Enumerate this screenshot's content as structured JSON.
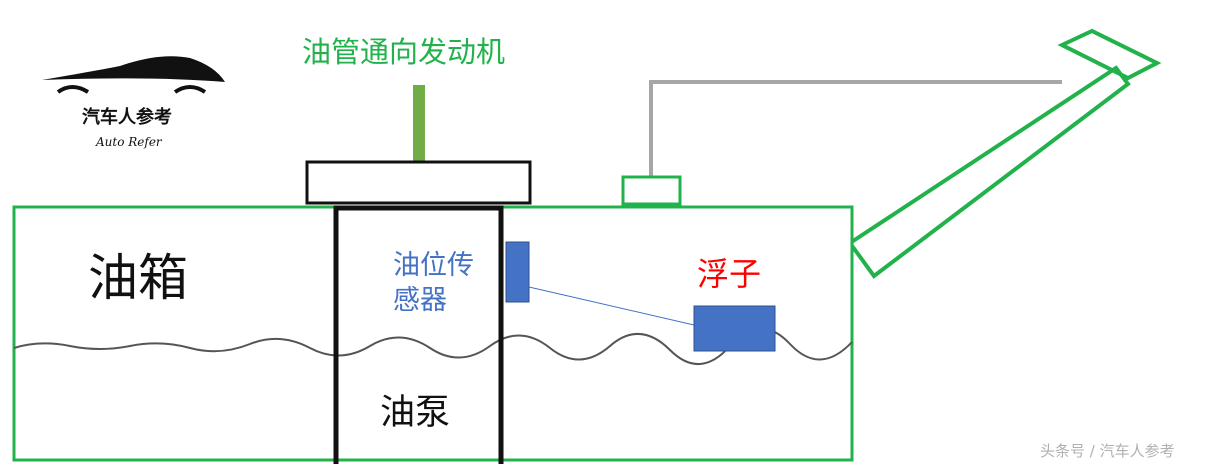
{
  "logo": {
    "chinese": "汽车人参考",
    "english": "Auto Refer"
  },
  "labels": {
    "pipe": "油管通向发动机",
    "tank": "油箱",
    "sensor_line1": "油位传",
    "sensor_line2": "感器",
    "float": "浮子",
    "pump": "油泵"
  },
  "watermark": "头条号 / 汽车人参考",
  "colors": {
    "tank": "#22b24c",
    "pipe": "#70ad47",
    "sensor": "#4472c4",
    "float_label": "#ff0000",
    "pipe_label": "#22b24c",
    "wire": "#a6a6a6"
  }
}
